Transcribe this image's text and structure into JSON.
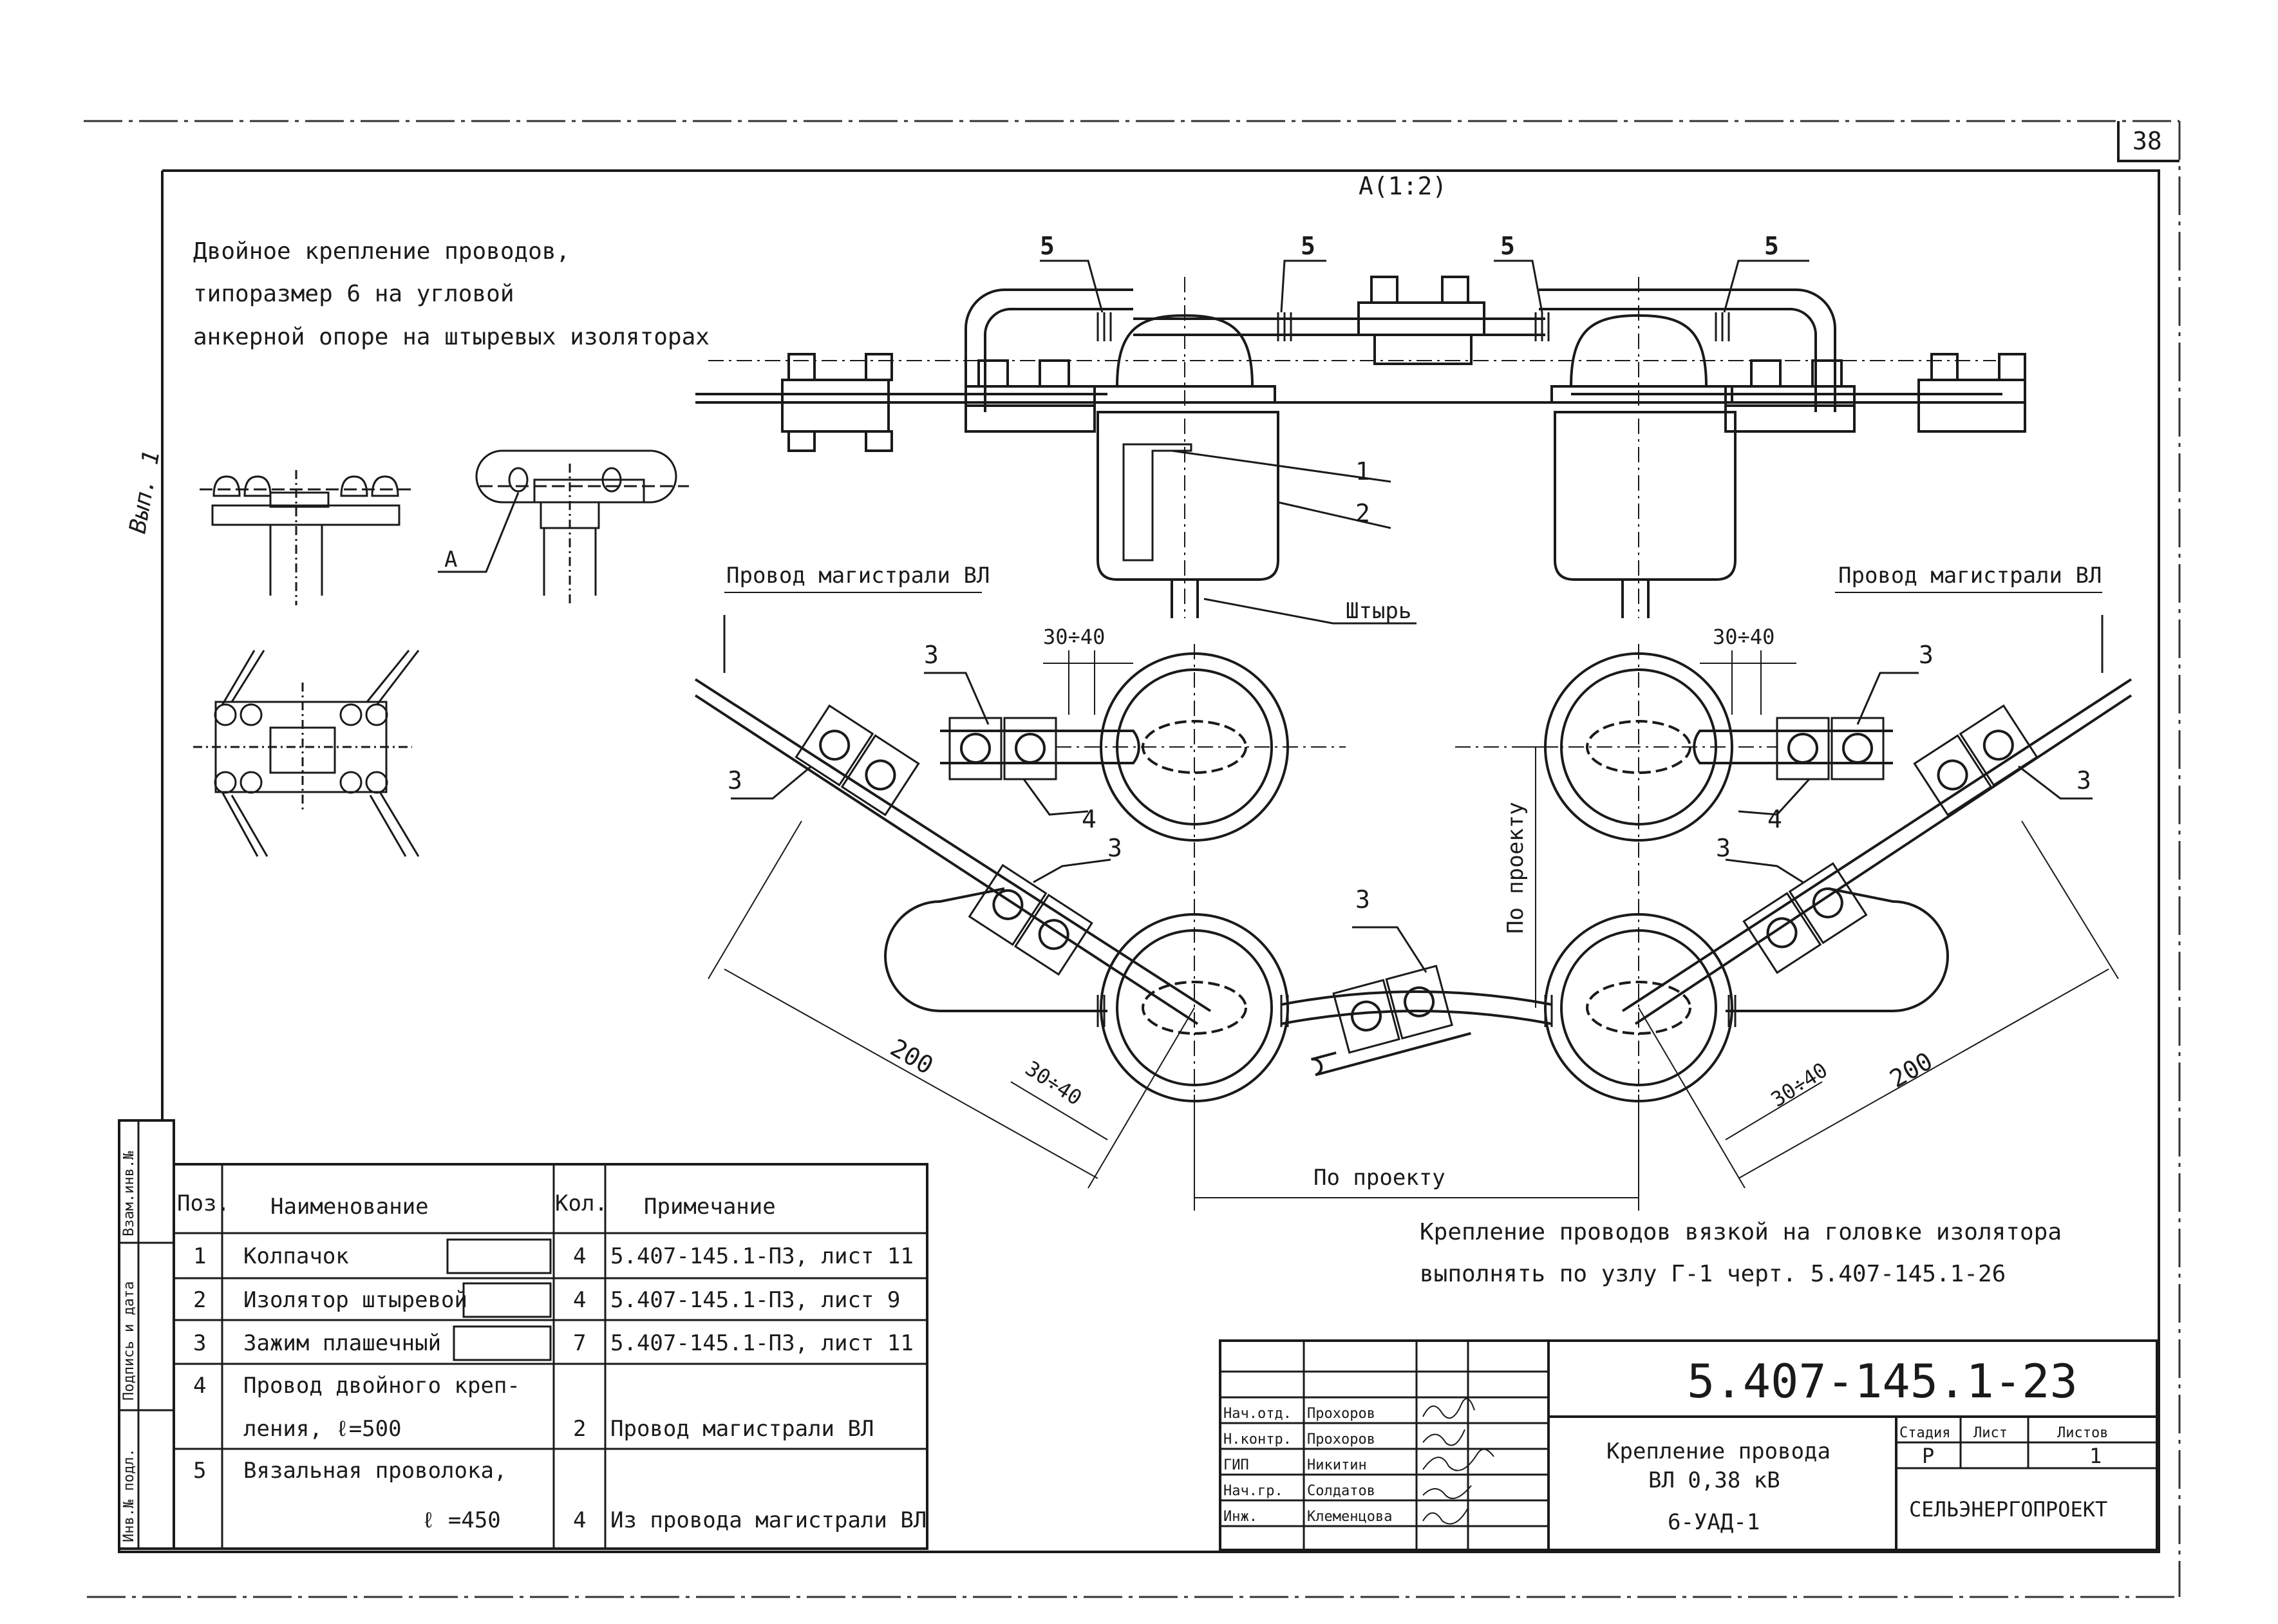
{
  "sheet_number": "38",
  "view_title": "А(1:2)",
  "side_label": "Вып. 1",
  "title_note": [
    "Двойное крепление проводов,",
    "типоразмер 6 на угловой",
    "анкерной опоре на штыревых изоляторах"
  ],
  "callouts": {
    "a": "А",
    "one": "1",
    "two": "2",
    "three": "3",
    "four": "4",
    "five": "5",
    "pin": "Штырь",
    "wire_left": "Провод магистрали ВЛ",
    "wire_right": "Провод магистрали ВЛ"
  },
  "dimensions": {
    "gap": "30÷40",
    "length": "200",
    "by_project_h": "По проекту",
    "by_project_v": "По проекту"
  },
  "bottom_note": [
    "Крепление проводов вязкой на головке изолятора",
    "выполнять по узлу Г-1 черт. 5.407-145.1-26"
  ],
  "spec_table": {
    "headers": {
      "pos": "Поз.",
      "name": "Наименование",
      "qty": "Кол.",
      "note": "Примечание"
    },
    "rows": [
      {
        "pos": "1",
        "name": "Колпачок",
        "qty": "4",
        "note": "5.407-145.1-ПЗ, лист 11"
      },
      {
        "pos": "2",
        "name": "Изолятор штыревой",
        "qty": "4",
        "note": "5.407-145.1-ПЗ, лист 9"
      },
      {
        "pos": "3",
        "name": "Зажим плашечный",
        "qty": "7",
        "note": "5.407-145.1-ПЗ, лист 11"
      },
      {
        "pos": "4",
        "name_1": "Провод двойного креп-",
        "name_2": "ления,  ℓ=500",
        "qty": "2",
        "note": "Провод магистрали ВЛ"
      },
      {
        "pos": "5",
        "name_1": "Вязальная проволока,",
        "name_2": "ℓ =450",
        "qty": "4",
        "note": "Из провода магистрали ВЛ"
      }
    ]
  },
  "side_stamp": [
    "Инв.№ подл.",
    "Подпись и дата",
    "Взам.инв.№"
  ],
  "title_block": {
    "doc_code": "5.407-145.1-23",
    "roles": [
      "Нач.отд.",
      "Н.контр.",
      "ГИП",
      "Нач.гр.",
      "Инж."
    ],
    "names": [
      "Прохоров",
      "Прохоров",
      "Никитин",
      "Солдатов",
      "Клеменцова"
    ],
    "title_lines": [
      "Крепление провода",
      "ВЛ 0,38 кВ",
      "6-УАД-1"
    ],
    "stage_header": "Стадия",
    "sheet_header": "Лист",
    "sheets_header": "Листов",
    "stage": "Р",
    "sheets": "1",
    "org": "СЕЛЬЭНЕРГОПРОЕКТ"
  }
}
